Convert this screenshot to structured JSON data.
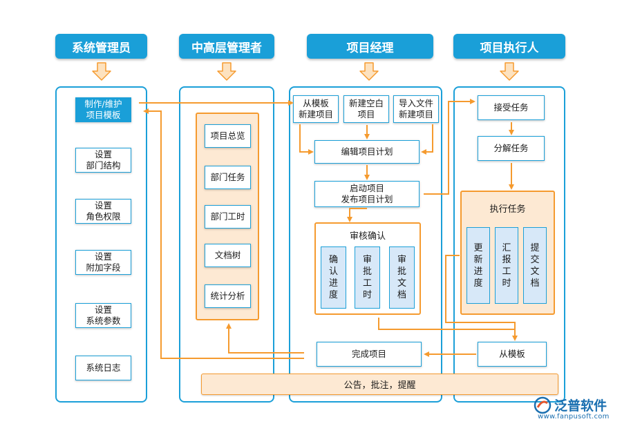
{
  "headers": {
    "admin": "系统管理员",
    "manager": "中高层管理者",
    "pm": "项目经理",
    "executor": "项目执行人"
  },
  "admin_items": {
    "template": "制作/维护\n项目模板",
    "dept": "设置\n部门结构",
    "role": "设置\n角色权限",
    "field": "设置\n附加字段",
    "param": "设置\n系统参数",
    "log": "系统日志"
  },
  "manager_items": {
    "overview": "项目总览",
    "dept_task": "部门任务",
    "dept_hours": "部门工时",
    "doc_tree": "文档树",
    "stats": "统计分析"
  },
  "pm_items": {
    "from_template": "从模板\n新建项目",
    "new_blank": "新建空白\n项目",
    "import_file": "导入文件\n新建项目",
    "edit_plan": "编辑项目计划",
    "start_project": "启动项目\n发布项目计划",
    "review_title": "审核确认",
    "confirm_progress": "确\n认\n进\n度",
    "approve_hours": "审\n批\n工\n时",
    "approve_docs": "审\n批\n文\n档",
    "complete": "完成项目"
  },
  "executor_items": {
    "accept": "接受任务",
    "decompose": "分解任务",
    "execute_title": "执行任务",
    "update_progress": "更\n新\n进\n度",
    "report_hours": "汇\n报\n工\n时",
    "submit_docs": "提\n交\n文\n档",
    "from_template": "从模板"
  },
  "bottom_bar": "公告，批注，提醒",
  "logo": {
    "name": "泛普软件",
    "url": "www.fanpusoft.com"
  },
  "colors": {
    "blue": "#1a9fd8",
    "orange": "#f59a2e",
    "light_orange": "#fde9d3",
    "light_blue": "#d7e8f8"
  }
}
